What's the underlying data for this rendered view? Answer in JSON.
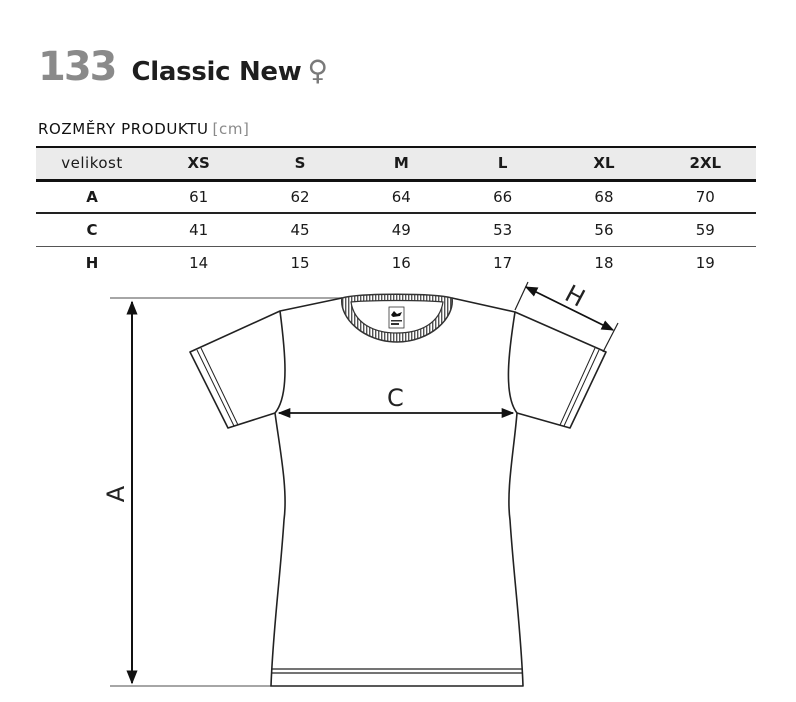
{
  "product": {
    "number": "133",
    "name": "Classic New",
    "gender_symbol": "♀",
    "gender_icon": "female-symbol-icon"
  },
  "section": {
    "title": "ROZMĚRY PRODUKTU",
    "unit": "[cm]"
  },
  "table": {
    "header_label": "velikost",
    "sizes": [
      "XS",
      "S",
      "M",
      "L",
      "XL",
      "2XL"
    ],
    "rows": [
      {
        "label": "A",
        "values": [
          "61",
          "62",
          "64",
          "66",
          "68",
          "70"
        ]
      },
      {
        "label": "C",
        "values": [
          "41",
          "45",
          "49",
          "53",
          "56",
          "59"
        ]
      },
      {
        "label": "H",
        "values": [
          "14",
          "15",
          "16",
          "17",
          "18",
          "19"
        ]
      }
    ]
  },
  "diagram": {
    "labels": {
      "length": "A",
      "chest": "C",
      "sleeve": "H"
    },
    "line_color": "#222222",
    "ext_line_color": "#888888"
  },
  "colors": {
    "number_gray": "#8a8a8a",
    "header_bg": "#ebebeb",
    "text": "#1a1a1a"
  }
}
